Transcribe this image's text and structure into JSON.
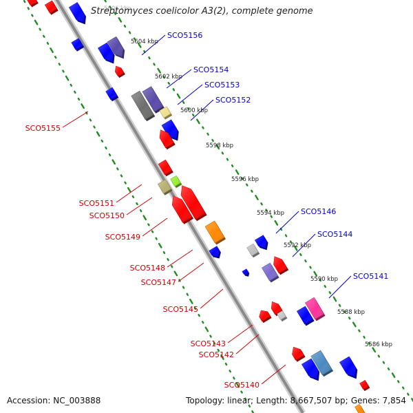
{
  "title": "Streptomyces coelicolor A3(2), complete genome",
  "accession": "Accession: NC_003888",
  "stats": {
    "topology": "Topology: linear;",
    "length": "Length: 8,667,507 bp;",
    "genes": "Genes: 7,854"
  },
  "colors": {
    "backbone": "#8a8a8a",
    "tick_dots": "#1e8c1e",
    "forward_label": "#0000cc",
    "reverse_label": "#cc0000",
    "kbp_label": "#222222"
  },
  "ruler": {
    "unit": "kbp",
    "ticks": [
      "5606 kbp",
      "5604 kbp",
      "5602 kbp",
      "5600 kbp",
      "5598 kbp",
      "5596 kbp",
      "5594 kbp",
      "5592 kbp",
      "5590 kbp",
      "5588 kbp",
      "5586 kbp"
    ]
  },
  "labels": {
    "forward": [
      "SCO5156",
      "SCO5154",
      "SCO5153",
      "SCO5152",
      "SCO5146",
      "SCO5144",
      "SCO5141"
    ],
    "reverse": [
      "SCO5155",
      "SCO5151",
      "SCO5150",
      "SCO5149",
      "SCO5148",
      "SCO5147",
      "SCO5145",
      "SCO5143",
      "SCO5142",
      "SCO5140"
    ]
  },
  "features": [
    {
      "strand": "rev",
      "color": "#ff0000",
      "kind": "box"
    },
    {
      "strand": "fwd",
      "color": "#0000ff",
      "kind": "arrow"
    },
    {
      "strand": "rev",
      "color": "#ff0000",
      "kind": "box"
    },
    {
      "strand": "fwd",
      "color": "#0000ff",
      "kind": "box"
    },
    {
      "strand": "fwd",
      "color": "#5a4aa8",
      "kind": "arrow"
    },
    {
      "strand": "fwd",
      "color": "#0000ff",
      "kind": "arrow"
    },
    {
      "strand": "rev",
      "color": "#ff0000",
      "kind": "arrow"
    },
    {
      "strand": "fwd",
      "color": "#0000ff",
      "kind": "box"
    },
    {
      "strand": "fwd",
      "color": "#5a4aa8",
      "kind": "box"
    },
    {
      "strand": "fwd",
      "color": "#6e6e6e",
      "kind": "box"
    },
    {
      "strand": "fwd",
      "color": "#f0e08c",
      "kind": "box"
    },
    {
      "strand": "fwd",
      "color": "#0000ff",
      "kind": "arrow"
    },
    {
      "strand": "rev",
      "color": "#ff0000",
      "kind": "arrow"
    },
    {
      "strand": "rev",
      "color": "#ff0000",
      "kind": "box"
    },
    {
      "strand": "rev",
      "color": "#99ee33",
      "kind": "box"
    },
    {
      "strand": "rev",
      "color": "#b8b070",
      "kind": "box"
    },
    {
      "strand": "rev",
      "color": "#ff0000",
      "kind": "arrow"
    },
    {
      "strand": "rev",
      "color": "#ff0000",
      "kind": "arrow"
    },
    {
      "strand": "rev",
      "color": "#ff8800",
      "kind": "box"
    },
    {
      "strand": "fwd",
      "color": "#0000ff",
      "kind": "arrow"
    },
    {
      "strand": "fwd",
      "color": "#c0c0c0",
      "kind": "box"
    },
    {
      "strand": "fwd",
      "color": "#0000ff",
      "kind": "arrow"
    },
    {
      "strand": "fwd",
      "color": "#7a6ad0",
      "kind": "box"
    },
    {
      "strand": "rev",
      "color": "#ff0000",
      "kind": "arrow"
    },
    {
      "strand": "fwd",
      "color": "#0000ff",
      "kind": "arrow"
    },
    {
      "strand": "fwd",
      "color": "#0000ff",
      "kind": "box"
    },
    {
      "strand": "rev",
      "color": "#ff3399",
      "kind": "box"
    },
    {
      "strand": "rev",
      "color": "#ff0000",
      "kind": "arrow"
    },
    {
      "strand": "rev",
      "color": "#ff0000",
      "kind": "arrow"
    },
    {
      "strand": "rev",
      "color": "#c8c8c8",
      "kind": "box"
    },
    {
      "strand": "rev",
      "color": "#ff0000",
      "kind": "arrow"
    },
    {
      "strand": "rev",
      "color": "#4a8ac0",
      "kind": "box"
    },
    {
      "strand": "fwd",
      "color": "#0000ff",
      "kind": "arrow"
    },
    {
      "strand": "fwd",
      "color": "#0000ff",
      "kind": "arrow"
    },
    {
      "strand": "fwd",
      "color": "#ff0000",
      "kind": "box"
    },
    {
      "strand": "fwd",
      "color": "#ff8800",
      "kind": "box"
    }
  ]
}
